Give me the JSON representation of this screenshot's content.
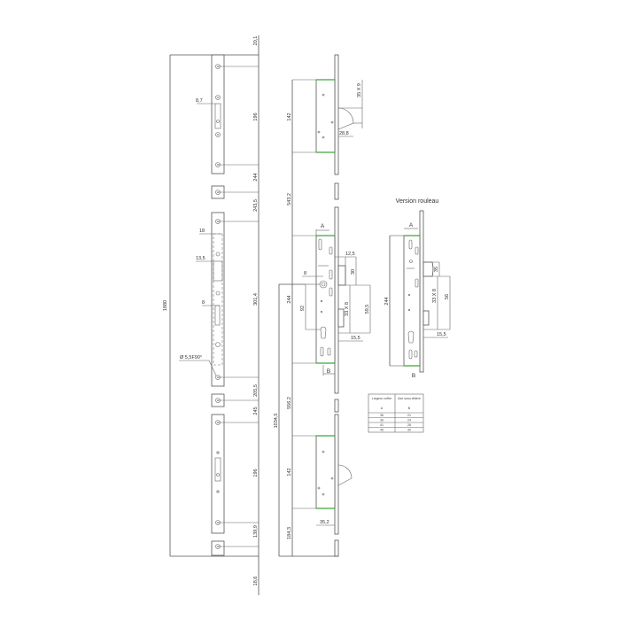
{
  "title": "Version rouleau",
  "left_view": {
    "overall_length": "1880",
    "dims": {
      "top_offset": "20,1",
      "top_strike": "196",
      "gap1": "244",
      "gap2": "243,5",
      "center_strike": "301,4",
      "gap3": "205,5",
      "gap4": "245",
      "bottom_strike": "196",
      "gap5": "139,9",
      "bottom_offset": "18,6"
    },
    "callouts": {
      "slot_width": "8,7",
      "width_18": "18",
      "width_13_5": "13,5",
      "width_8": "8",
      "hole": "Ø 5,5F90°"
    }
  },
  "middle_view": {
    "dims": {
      "top_hook": "142",
      "top_span": "543,2",
      "hook_35x9": "35 X 9",
      "hook_28_8": "28,8",
      "case": "244",
      "case_92": "92",
      "latch_12_5": "12,5",
      "latch_30": "30",
      "bolt_33x8": "33 X 8",
      "bolt_59_5": "59,5",
      "bolt_15_5": "15,5",
      "mid_span": "556,2",
      "overall": "1034,5",
      "bottom_hook": "142",
      "bottom_offset": "184,3",
      "hook_35_2": "35,2",
      "handle_8": "8",
      "label_a": "A",
      "label_b": "B"
    }
  },
  "right_view": {
    "dims": {
      "case": "244",
      "roller_35": "35",
      "bolt_33x8": "33 X 8",
      "bolt_56": "56",
      "bolt_15_5": "15,5",
      "label_a": "A",
      "label_b": "B"
    }
  },
  "table": {
    "headers": [
      "Largeur coffre",
      "Axe sous têtière"
    ],
    "subheaders": [
      "A",
      "B"
    ],
    "rows": [
      [
        "36",
        "21"
      ],
      [
        "39",
        "24"
      ],
      [
        "41",
        "26"
      ],
      [
        "45",
        "30"
      ]
    ]
  }
}
